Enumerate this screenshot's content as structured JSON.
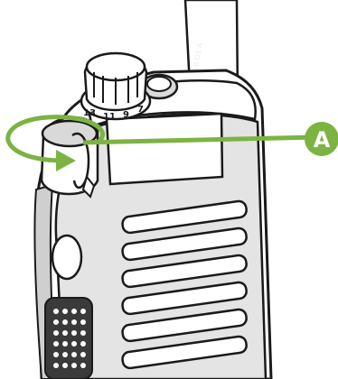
{
  "callout": {
    "label": "A",
    "color": "#7cb342"
  },
  "rotation_arrow": {
    "color": "#7cb342"
  },
  "brand": {
    "text": "MOTOROLA"
  },
  "channel_dial": {
    "numbers": [
      "13",
      "11",
      "9",
      "7"
    ]
  },
  "colors": {
    "outline": "#1a1a1a",
    "body": "#ffffff",
    "shade": "#d9d9d9",
    "dark": "#3a3a3a"
  }
}
